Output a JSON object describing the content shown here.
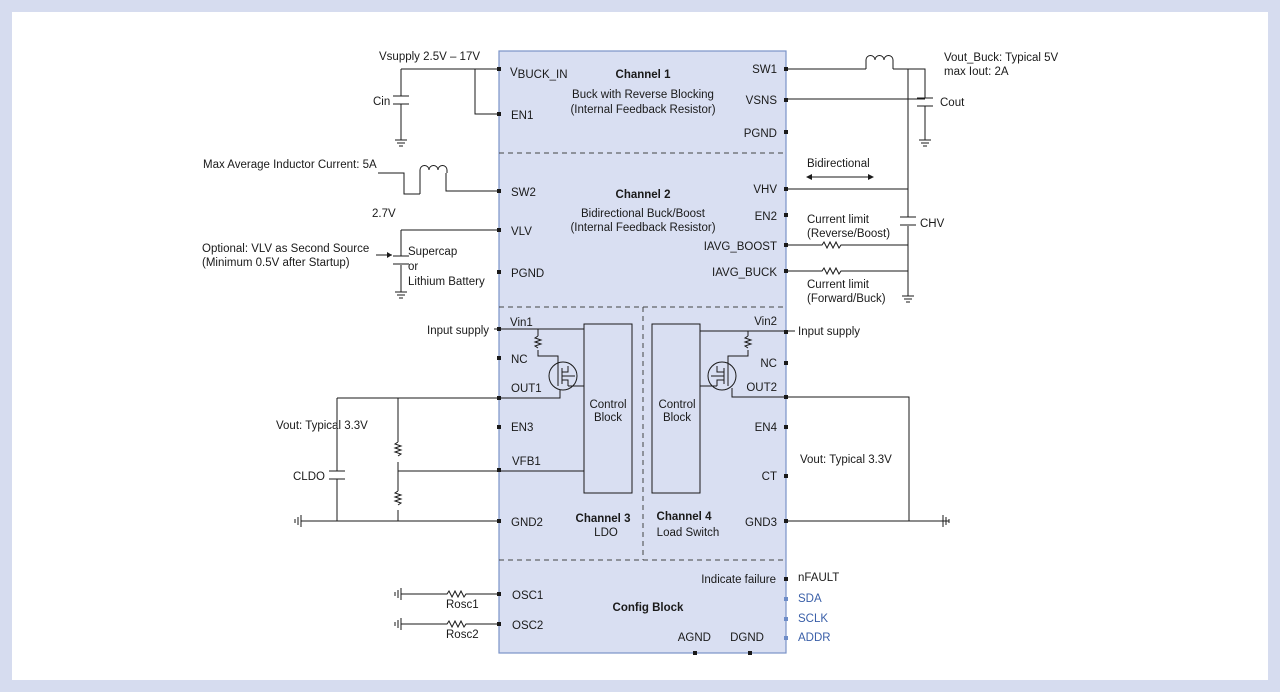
{
  "channels": {
    "ch1": {
      "title": "Channel 1",
      "line1": "Buck with Reverse Blocking",
      "line2": "(Internal Feedback Resistor)"
    },
    "ch2": {
      "title": "Channel 2",
      "line1": "Bidirectional Buck/Boost",
      "line2": "(Internal Feedback Resistor)"
    },
    "ch3": {
      "title": "Channel 3",
      "line1": "LDO"
    },
    "ch4": {
      "title": "Channel 4",
      "line1": "Load Switch"
    },
    "config": {
      "title": "Config Block"
    },
    "control_block": {
      "line1": "Control",
      "line2": "Block"
    }
  },
  "pins_left": {
    "vbuck_in_main": "V",
    "vbuck_in_sub": "BUCK_IN",
    "en1": "EN1",
    "sw2": "SW2",
    "vlv": "VLV",
    "pgnd2": "PGND",
    "vin1": "Vin1",
    "nc1": "NC",
    "out1": "OUT1",
    "en3": "EN3",
    "vfb1": "VFB1",
    "gnd2": "GND2",
    "osc1": "OSC1",
    "osc2": "OSC2"
  },
  "pins_right": {
    "sw1": "SW1",
    "vsns": "VSNS",
    "pgnd1": "PGND",
    "vhv": "VHV",
    "en2": "EN2",
    "iavg_boost": "IAVG_BOOST",
    "iavg_buck": "IAVG_BUCK",
    "vin2": "Vin2",
    "nc2": "NC",
    "out2": "OUT2",
    "en4": "EN4",
    "ct": "CT",
    "gnd3": "GND3",
    "nfault": "nFAULT",
    "sda": "SDA",
    "sclk": "SCLK",
    "addr": "ADDR",
    "indicate_failure": "Indicate failure"
  },
  "pins_bottom": {
    "agnd": "AGND",
    "dgnd": "DGND"
  },
  "external": {
    "vsupply": "Vsupply  2.5V – 17V",
    "cin": "Cin",
    "vout_buck_1": "Vout_Buck: Typical 5V",
    "vout_buck_2": "max Iout: 2A",
    "cout": "Cout",
    "max_inductor": "Max Average Inductor Current: 5A",
    "v27": "2.7V",
    "optional_1": "Optional: VLV as Second Source",
    "optional_2": "(Minimum 0.5V after Startup)",
    "supercap_1": "Supercap",
    "supercap_2": "or",
    "supercap_3": "Lithium Battery",
    "bidirectional": "Bidirectional",
    "chv": "CHV",
    "climit_rev_1": "Current limit",
    "climit_rev_2": "(Reverse/Boost)",
    "climit_fwd_1": "Current limit",
    "climit_fwd_2": "(Forward/Buck)",
    "input_supply_left": "Input supply",
    "input_supply_right": "Input supply",
    "vout_ldo": "Vout: Typical 3.3V",
    "cldo": "CLDO",
    "vout_ls": "Vout: Typical 3.3V",
    "rosc1": "Rosc1",
    "rosc2": "Rosc2"
  },
  "colors": {
    "background": "#d6dcef",
    "chip_fill": "#d9dff2",
    "chip_border": "#7a93c8",
    "i2c_pins": "#3a5fa8"
  }
}
